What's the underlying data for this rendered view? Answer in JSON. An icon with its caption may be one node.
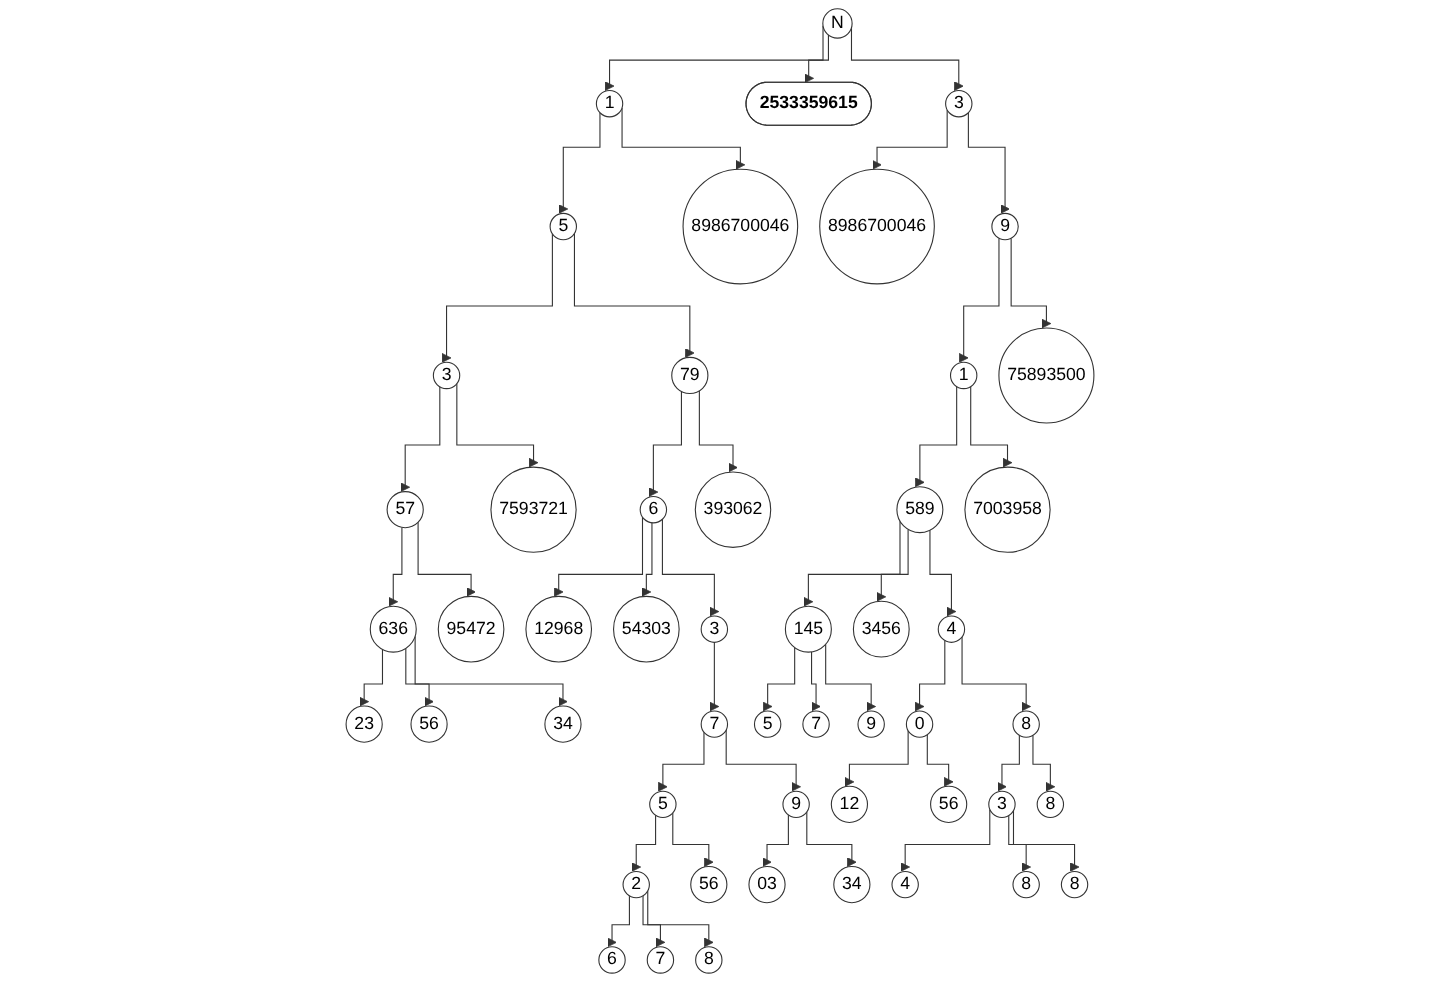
{
  "diagram": {
    "nodes": [
      {
        "text": [
          "N"
        ]
      },
      {
        "text": [
          "1"
        ]
      },
      {
        "text": [
          "2533359615"
        ]
      },
      {
        "text": [
          "3"
        ]
      },
      {
        "text": [
          "5"
        ]
      },
      {
        "text": [
          "8986700046"
        ]
      },
      {
        "text": [
          "8986700046"
        ]
      },
      {
        "text": [
          "9"
        ]
      },
      {
        "text": [
          "3"
        ]
      },
      {
        "text": [
          "79"
        ]
      },
      {
        "text": [
          "1"
        ]
      },
      {
        "text": [
          "75893500"
        ]
      },
      {
        "text": [
          "57"
        ]
      },
      {
        "text": [
          "7593721"
        ]
      },
      {
        "text": [
          "6"
        ]
      },
      {
        "text": [
          "393062"
        ]
      },
      {
        "text": [
          "589"
        ]
      },
      {
        "text": [
          "7003958"
        ]
      },
      {
        "text": [
          "636"
        ]
      },
      {
        "text": [
          "95472"
        ]
      },
      {
        "text": [
          "12968"
        ]
      },
      {
        "text": [
          "54303"
        ]
      },
      {
        "text": [
          "3"
        ]
      },
      {
        "text": [
          "145"
        ]
      },
      {
        "text": [
          "3456"
        ]
      },
      {
        "text": [
          "4"
        ]
      },
      {
        "text": [
          "23"
        ]
      },
      {
        "text": [
          "56"
        ]
      },
      {
        "text": [
          "34"
        ]
      },
      {
        "text": [
          "7"
        ]
      },
      {
        "text": [
          "5"
        ]
      },
      {
        "text": [
          "7"
        ]
      },
      {
        "text": [
          "9"
        ]
      },
      {
        "text": [
          "0"
        ]
      },
      {
        "text": [
          "8"
        ]
      },
      {
        "text": [
          "5"
        ]
      },
      {
        "text": [
          "9"
        ]
      },
      {
        "text": [
          "12"
        ]
      },
      {
        "text": [
          "56"
        ]
      },
      {
        "text": [
          "3"
        ]
      },
      {
        "text": [
          "8"
        ]
      },
      {
        "text": [
          "2"
        ]
      },
      {
        "text": [
          "56"
        ]
      },
      {
        "text": [
          "03"
        ]
      },
      {
        "text": [
          "34"
        ]
      },
      {
        "text": [
          "4"
        ]
      },
      {
        "text": [
          "8"
        ]
      },
      {
        "text": [
          "8"
        ]
      },
      {
        "text": [
          "6"
        ]
      },
      {
        "text": [
          "7"
        ]
      },
      {
        "text": [
          "8"
        ]
      }
    ],
    "edges": [
      {
        "from": 0,
        "to": 1,
        "arrow": "to"
      },
      {
        "from": 0,
        "to": 2,
        "arrow": "to"
      },
      {
        "from": 0,
        "to": 3,
        "arrow": "to"
      },
      {
        "from": 1,
        "to": 4,
        "arrow": "to"
      },
      {
        "from": 1,
        "to": 5,
        "arrow": "to"
      },
      {
        "from": 3,
        "to": 6,
        "arrow": "to"
      },
      {
        "from": 3,
        "to": 7,
        "arrow": "to"
      },
      {
        "from": 4,
        "to": 8,
        "arrow": "to"
      },
      {
        "from": 4,
        "to": 9,
        "arrow": "to"
      },
      {
        "from": 7,
        "to": 10,
        "arrow": "to"
      },
      {
        "from": 7,
        "to": 11,
        "arrow": "to"
      },
      {
        "from": 8,
        "to": 12,
        "arrow": "to"
      },
      {
        "from": 8,
        "to": 13,
        "arrow": "to"
      },
      {
        "from": 9,
        "to": 14,
        "arrow": "to"
      },
      {
        "from": 9,
        "to": 15,
        "arrow": "to"
      },
      {
        "from": 10,
        "to": 16,
        "arrow": "to"
      },
      {
        "from": 10,
        "to": 17,
        "arrow": "to"
      },
      {
        "from": 12,
        "to": 18,
        "arrow": "to"
      },
      {
        "from": 12,
        "to": 19,
        "arrow": "to"
      },
      {
        "from": 14,
        "to": 20,
        "arrow": "to"
      },
      {
        "from": 14,
        "to": 21,
        "arrow": "to"
      },
      {
        "from": 14,
        "to": 22,
        "arrow": "to"
      },
      {
        "from": 16,
        "to": 23,
        "arrow": "to"
      },
      {
        "from": 16,
        "to": 24,
        "arrow": "to"
      },
      {
        "from": 16,
        "to": 25,
        "arrow": "to"
      },
      {
        "from": 18,
        "to": 26,
        "arrow": "to"
      },
      {
        "from": 18,
        "to": 27,
        "arrow": "to"
      },
      {
        "from": 18,
        "to": 28,
        "arrow": "to"
      },
      {
        "from": 22,
        "to": 29,
        "arrow": "to"
      },
      {
        "from": 23,
        "to": 30,
        "arrow": "to"
      },
      {
        "from": 23,
        "to": 31,
        "arrow": "to"
      },
      {
        "from": 23,
        "to": 32,
        "arrow": "to"
      },
      {
        "from": 25,
        "to": 33,
        "arrow": "to"
      },
      {
        "from": 25,
        "to": 34,
        "arrow": "to"
      },
      {
        "from": 29,
        "to": 35,
        "arrow": "to"
      },
      {
        "from": 29,
        "to": 36,
        "arrow": "to"
      },
      {
        "from": 33,
        "to": 37,
        "arrow": "to"
      },
      {
        "from": 33,
        "to": 38,
        "arrow": "to"
      },
      {
        "from": 34,
        "to": 39,
        "arrow": "to"
      },
      {
        "from": 34,
        "to": 40,
        "arrow": "to"
      },
      {
        "from": 35,
        "to": 41,
        "arrow": "to"
      },
      {
        "from": 35,
        "to": 42,
        "arrow": "to"
      },
      {
        "from": 36,
        "to": 43,
        "arrow": "to"
      },
      {
        "from": 36,
        "to": 44,
        "arrow": "to"
      },
      {
        "from": 39,
        "to": 45,
        "arrow": "to"
      },
      {
        "from": 39,
        "to": 46,
        "arrow": "to"
      },
      {
        "from": 39,
        "to": 47,
        "arrow": "to"
      },
      {
        "from": 41,
        "to": 48,
        "arrow": "to"
      },
      {
        "from": 41,
        "to": 49,
        "arrow": "to"
      },
      {
        "from": 41,
        "to": 50,
        "arrow": "to"
      }
    ]
  }
}
